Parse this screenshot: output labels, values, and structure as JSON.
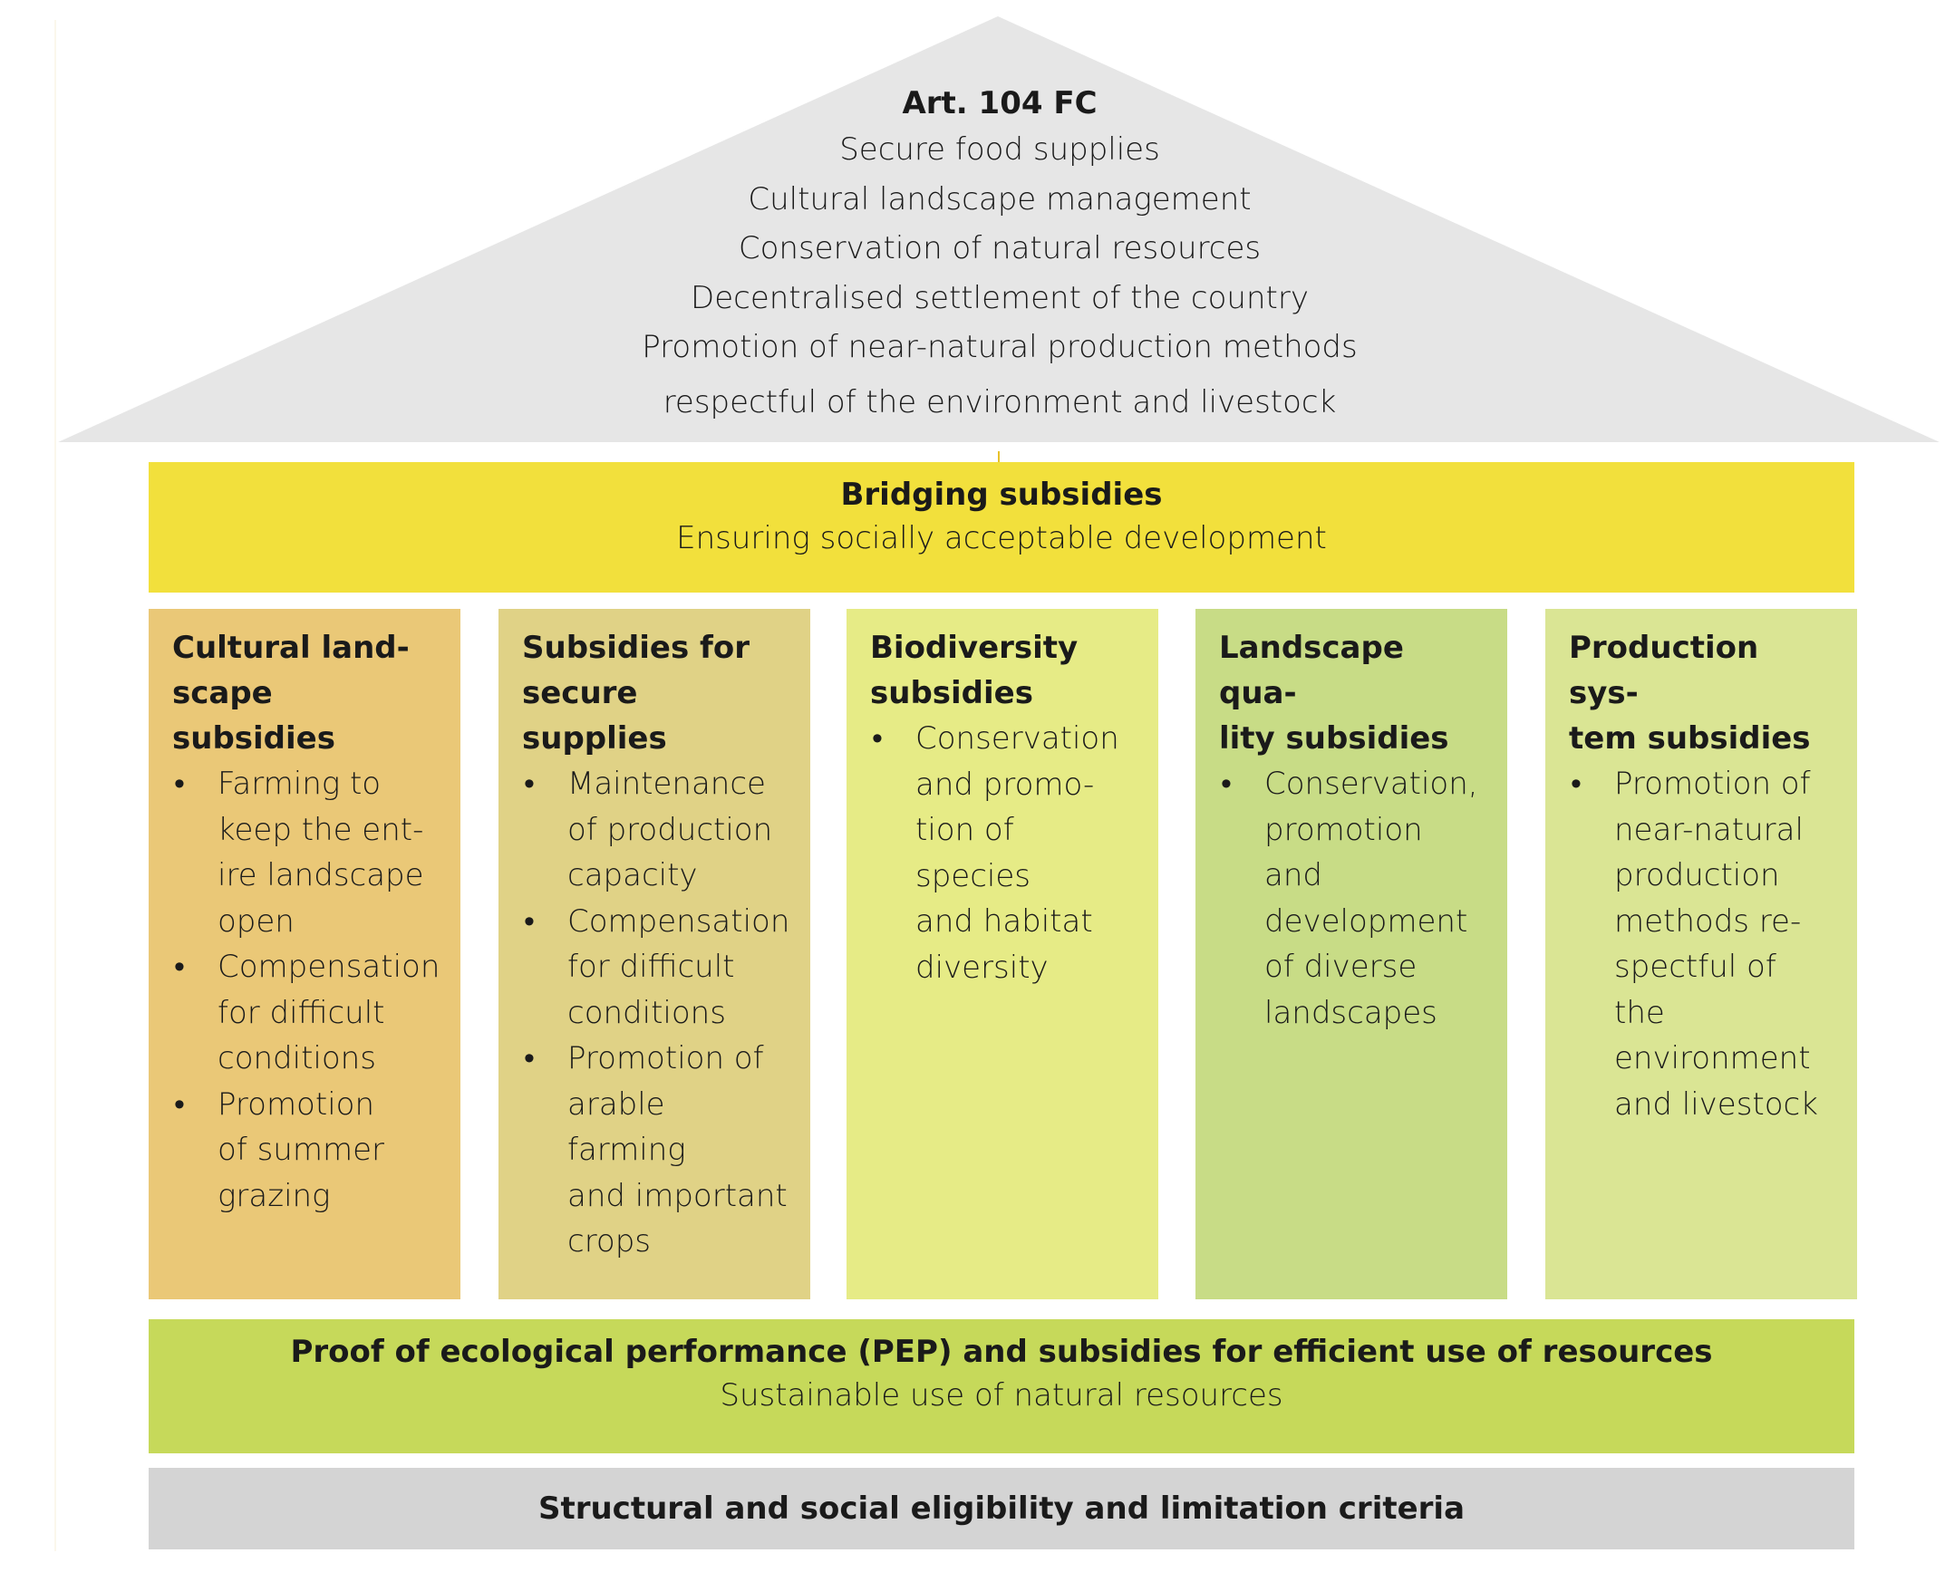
{
  "roof": {
    "title": "Art. 104 FC",
    "lines": [
      "Secure food supplies",
      "Cultural landscape management",
      "Conservation of natural resources",
      "Decentralised settlement of the country",
      "Promotion of near-natural production methods",
      "respectful of the environment and livestock"
    ],
    "color": "#e6e6e6"
  },
  "bridging": {
    "title": "Bridging subsidies",
    "subtitle": "Ensuring socially acceptable development",
    "color": "#f2e03c"
  },
  "pillars": [
    {
      "title_lines": [
        "Cultural land-",
        "scape subsidies"
      ],
      "color": "#eac877",
      "bullets": [
        [
          "Farming to",
          "keep the ent-",
          "ire landscape",
          "open"
        ],
        [
          "Compensation",
          "for difficult",
          "conditions"
        ],
        [
          "Promotion",
          "of summer",
          "grazing"
        ]
      ]
    },
    {
      "title_lines": [
        "Subsidies for",
        "secure supplies"
      ],
      "color": "#e0d286",
      "bullets": [
        [
          "Maintenance",
          "of production",
          "capacity"
        ],
        [
          "Compensation",
          "for difficult",
          "conditions"
        ],
        [
          "Promotion of",
          "arable farming",
          "and important",
          "crops"
        ]
      ]
    },
    {
      "title_lines": [
        "Biodiversity",
        "subsidies"
      ],
      "color": "#e6eb86",
      "bullets": [
        [
          "Conservation",
          "and promo-",
          "tion of species",
          "and habitat",
          "diversity"
        ]
      ]
    },
    {
      "title_lines": [
        "Landscape qua-",
        "lity subsidies"
      ],
      "color": "#c8dc86",
      "bullets": [
        [
          "Conservation,",
          "promotion and",
          "development",
          "of diverse",
          "landscapes"
        ]
      ]
    },
    {
      "title_lines": [
        "Production sys-",
        "tem subsidies"
      ],
      "color": "#dae594",
      "bullets": [
        [
          "Promotion of",
          "near-natural",
          "production",
          "methods re-",
          "spectful of the",
          "environment",
          "and livestock"
        ]
      ]
    }
  ],
  "pep": {
    "title": "Proof of ecological performance (PEP) and subsidies for efficient use of resources",
    "subtitle": "Sustainable use of natural resources",
    "color": "#c6d95a"
  },
  "criteria": {
    "title": "Structural and social eligibility and limitation criteria",
    "color": "#d4d4d4"
  },
  "bullet_glyph": "•"
}
